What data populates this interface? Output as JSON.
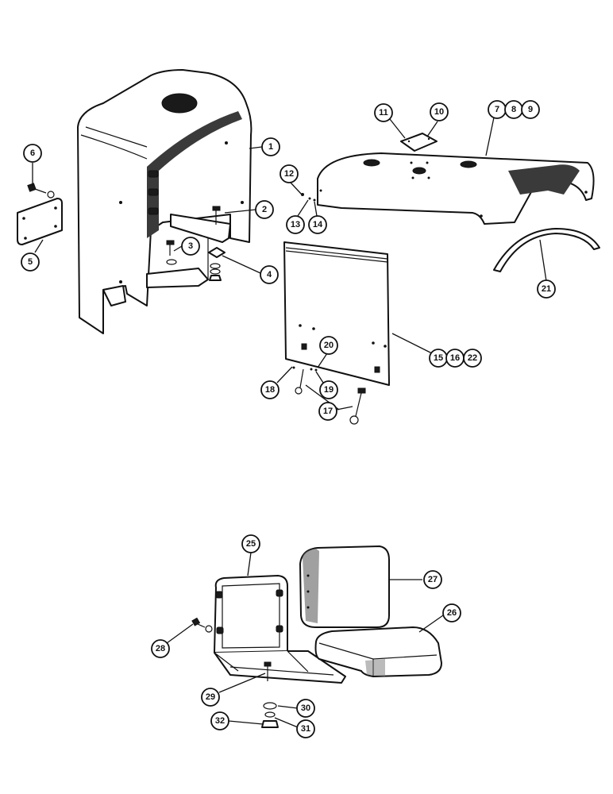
{
  "callouts": {
    "c1": "1",
    "c2": "2",
    "c3": "3",
    "c4": "4",
    "c5": "5",
    "c6": "6",
    "c7": "7",
    "c8": "8",
    "c9": "9",
    "c10": "10",
    "c11": "11",
    "c12": "12",
    "c13": "13",
    "c14": "14",
    "c15": "15",
    "c16": "16",
    "c17": "17",
    "c18": "18",
    "c19": "19",
    "c20": "20",
    "c21": "21",
    "c22": "22",
    "c25": "25",
    "c26": "26",
    "c27": "27",
    "c28": "28",
    "c29": "29",
    "c30": "30",
    "c31": "31",
    "c32": "32"
  }
}
